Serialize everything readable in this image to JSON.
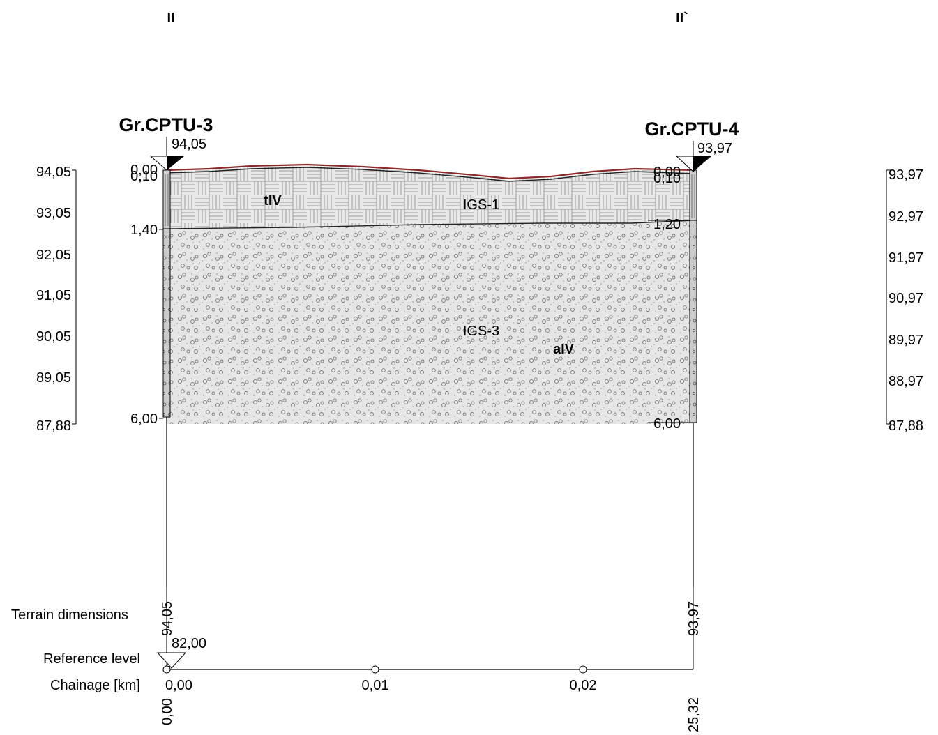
{
  "section": {
    "start_label": "II",
    "end_label": "II`"
  },
  "boreholes": [
    {
      "name": "Gr.CPTU-3",
      "top_elevation": "94,05",
      "depth_labels": [
        "0,00",
        "0,10",
        "1,40",
        "6,00"
      ]
    },
    {
      "name": "Gr.CPTU-4",
      "top_elevation": "93,97",
      "depth_labels": [
        "0,00",
        "0,10",
        "1,20",
        "6,00"
      ]
    }
  ],
  "left_scale": [
    "94,05",
    "93,05",
    "92,05",
    "91,05",
    "90,05",
    "89,05",
    "87,88"
  ],
  "right_scale": [
    "93,97",
    "92,97",
    "91,97",
    "90,97",
    "89,97",
    "88,97",
    "87,88"
  ],
  "layers": [
    {
      "id": "IGS-1",
      "geology": "tIV",
      "fill": "#e9e9e9"
    },
    {
      "id": "IGS-3",
      "geology": "aIV",
      "fill": "#e6e6e6"
    }
  ],
  "bottom": {
    "terrain_label": "Terrain dimensions",
    "terrain_values": [
      "94,05",
      "93,97"
    ],
    "reference_label": "Reference level",
    "reference_value": "82,00",
    "chainage_label": "Chainage [km]",
    "chainage_ticks": [
      "0,00",
      "0,01",
      "0,02"
    ],
    "distance_values": [
      "0,00",
      "25,32"
    ]
  }
}
